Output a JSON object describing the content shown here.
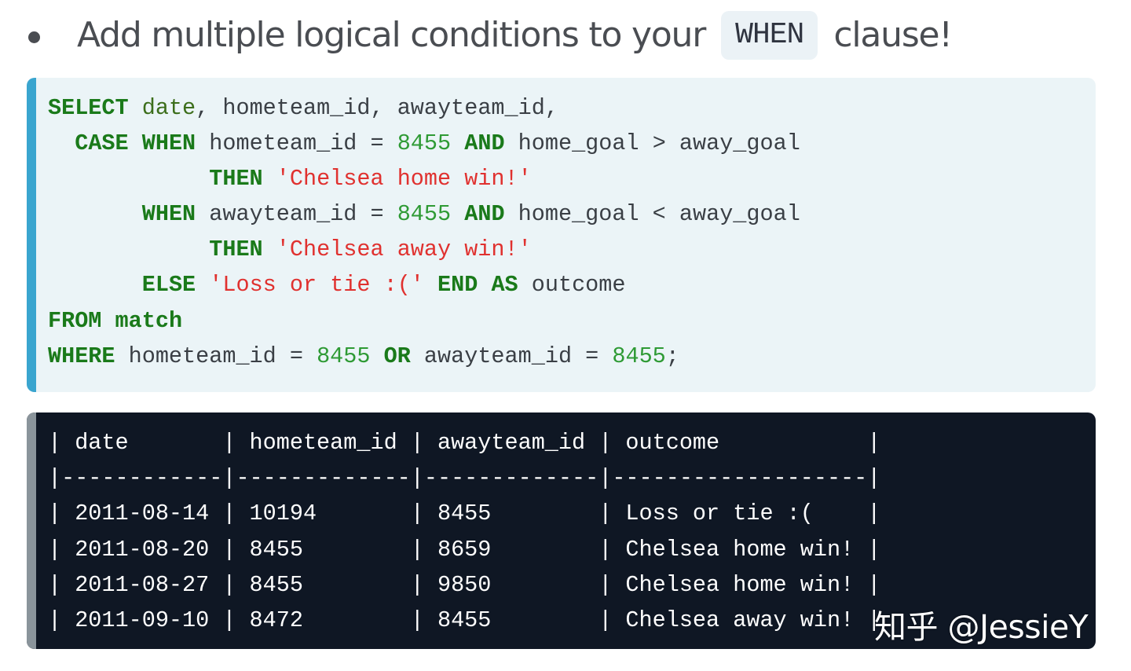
{
  "heading": {
    "before": "Add multiple logical conditions to your",
    "inline_code": "WHEN",
    "after": "clause!"
  },
  "code_block": {
    "language": "sql",
    "accent_color": "#3aa5cf",
    "lines": [
      [
        {
          "t": "kw",
          "v": "SELECT"
        },
        {
          "t": "plain",
          "v": " "
        },
        {
          "t": "fn",
          "v": "date"
        },
        {
          "t": "plain",
          "v": ", hometeam_id, awayteam_id,"
        }
      ],
      [
        {
          "t": "plain",
          "v": "  "
        },
        {
          "t": "kw",
          "v": "CASE"
        },
        {
          "t": "plain",
          "v": " "
        },
        {
          "t": "kw",
          "v": "WHEN"
        },
        {
          "t": "plain",
          "v": " hometeam_id = "
        },
        {
          "t": "num",
          "v": "8455"
        },
        {
          "t": "plain",
          "v": " "
        },
        {
          "t": "kw",
          "v": "AND"
        },
        {
          "t": "plain",
          "v": " home_goal > away_goal"
        }
      ],
      [
        {
          "t": "plain",
          "v": "            "
        },
        {
          "t": "kw",
          "v": "THEN"
        },
        {
          "t": "plain",
          "v": " "
        },
        {
          "t": "str",
          "v": "'Chelsea home win!'"
        }
      ],
      [
        {
          "t": "plain",
          "v": "       "
        },
        {
          "t": "kw",
          "v": "WHEN"
        },
        {
          "t": "plain",
          "v": " awayteam_id = "
        },
        {
          "t": "num",
          "v": "8455"
        },
        {
          "t": "plain",
          "v": " "
        },
        {
          "t": "kw",
          "v": "AND"
        },
        {
          "t": "plain",
          "v": " home_goal < away_goal"
        }
      ],
      [
        {
          "t": "plain",
          "v": "            "
        },
        {
          "t": "kw",
          "v": "THEN"
        },
        {
          "t": "plain",
          "v": " "
        },
        {
          "t": "str",
          "v": "'Chelsea away win!'"
        }
      ],
      [
        {
          "t": "plain",
          "v": "       "
        },
        {
          "t": "kw",
          "v": "ELSE"
        },
        {
          "t": "plain",
          "v": " "
        },
        {
          "t": "str",
          "v": "'Loss or tie :('"
        },
        {
          "t": "plain",
          "v": " "
        },
        {
          "t": "kw",
          "v": "END"
        },
        {
          "t": "plain",
          "v": " "
        },
        {
          "t": "kw",
          "v": "AS"
        },
        {
          "t": "plain",
          "v": " outcome"
        }
      ],
      [
        {
          "t": "kw",
          "v": "FROM"
        },
        {
          "t": "plain",
          "v": " "
        },
        {
          "t": "kw",
          "v": "match"
        }
      ],
      [
        {
          "t": "kw",
          "v": "WHERE"
        },
        {
          "t": "plain",
          "v": " hometeam_id = "
        },
        {
          "t": "num",
          "v": "8455"
        },
        {
          "t": "plain",
          "v": " "
        },
        {
          "t": "kw",
          "v": "OR"
        },
        {
          "t": "plain",
          "v": " awayteam_id = "
        },
        {
          "t": "num",
          "v": "8455"
        },
        {
          "t": "plain",
          "v": ";"
        }
      ]
    ]
  },
  "output_block": {
    "accent_color": "#8a949b",
    "columns": [
      "date",
      "hometeam_id",
      "awayteam_id",
      "outcome"
    ],
    "rows": [
      [
        "2011-08-14",
        "10194",
        "8455",
        "Loss or tie :("
      ],
      [
        "2011-08-20",
        "8455",
        "8659",
        "Chelsea home win!"
      ],
      [
        "2011-08-27",
        "8455",
        "9850",
        "Chelsea home win!"
      ],
      [
        "2011-09-10",
        "8472",
        "8455",
        "Chelsea away win!"
      ]
    ],
    "lines": [
      "| date       | hometeam_id | awayteam_id | outcome           |",
      "|------------|-------------|-------------|-------------------|",
      "| 2011-08-14 | 10194       | 8455        | Loss or tie :(    |",
      "| 2011-08-20 | 8455        | 8659        | Chelsea home win! |",
      "| 2011-08-27 | 8455        | 9850        | Chelsea home win! |",
      "| 2011-09-10 | 8472        | 8455        | Chelsea away win! |"
    ]
  },
  "watermark": "知乎 @JessieY"
}
